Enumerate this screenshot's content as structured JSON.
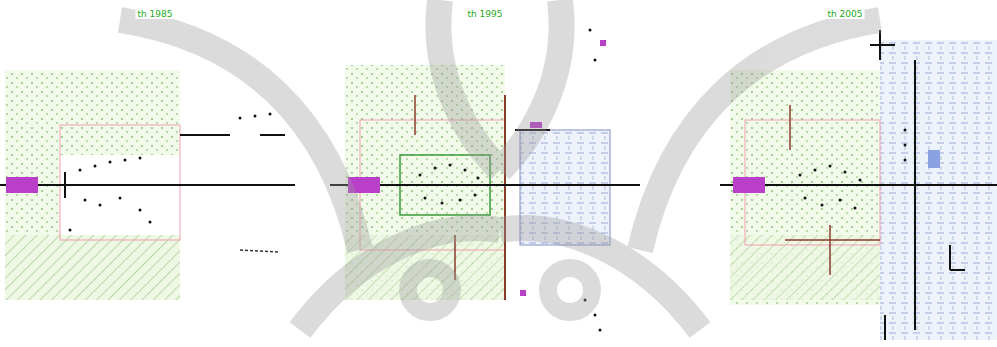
{
  "diagram": {
    "labels": [
      "th 1985",
      "th 1995",
      "th 2005"
    ]
  }
}
